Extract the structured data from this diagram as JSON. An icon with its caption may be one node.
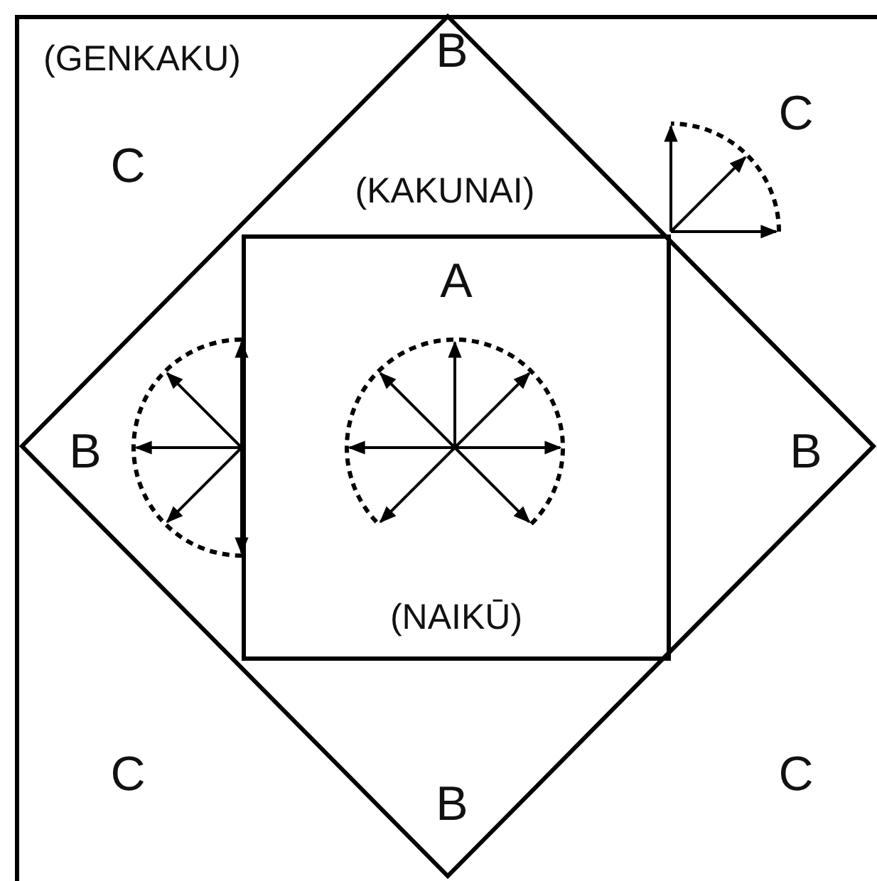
{
  "diagram": {
    "nodes": [
      {
        "text": [
          "(GENKAKU)",
          "C",
          "C",
          "C",
          "C"
        ]
      },
      {
        "text": [
          "B",
          "(KAKUNAI)",
          "B",
          "B",
          "B"
        ],
        "in": 0
      },
      {
        "text": [
          "A",
          "(NAIKŪ)"
        ],
        "in": 1
      }
    ]
  }
}
